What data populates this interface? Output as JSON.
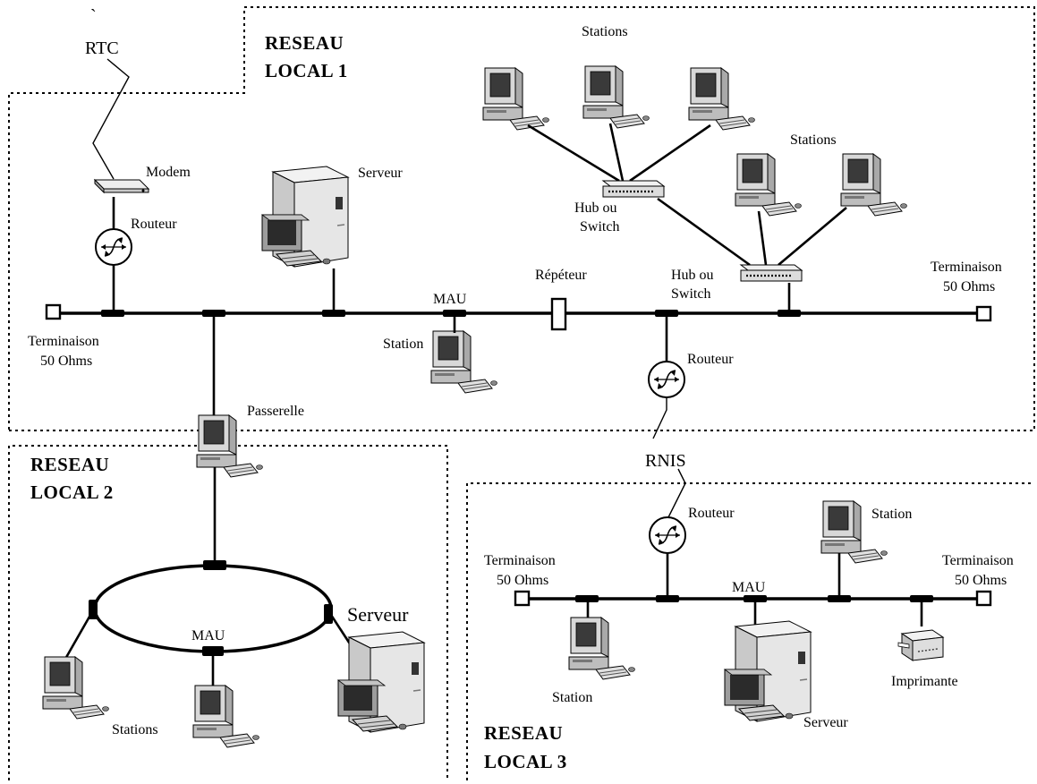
{
  "networks": {
    "local1": {
      "title_line1": "RESEAU",
      "title_line2": "LOCAL  1"
    },
    "local2": {
      "title_line1": "RESEAU",
      "title_line2": "LOCAL  2"
    },
    "local3": {
      "title_line1": "RESEAU",
      "title_line2": "LOCAL  3"
    }
  },
  "external": {
    "rtc": "RTC",
    "rtc_mark": "`",
    "rnis": "RNIS"
  },
  "labels": {
    "modem": "Modem",
    "routeur": "Routeur",
    "serveur": "Serveur",
    "stations": "Stations",
    "station": "Station",
    "hub_line1": "Hub ou",
    "hub_line2": "Switch",
    "repeteur": "Répéteur",
    "mau": "MAU",
    "terminaison_line1": "Terminaison",
    "terminaison_line2": "50 Ohms",
    "passerelle": "Passerelle",
    "imprimante": "Imprimante"
  },
  "colors": {
    "line": "#000000",
    "device_light": "#e8e8e8",
    "device_mid": "#b8b8b8",
    "device_dark": "#555555"
  }
}
